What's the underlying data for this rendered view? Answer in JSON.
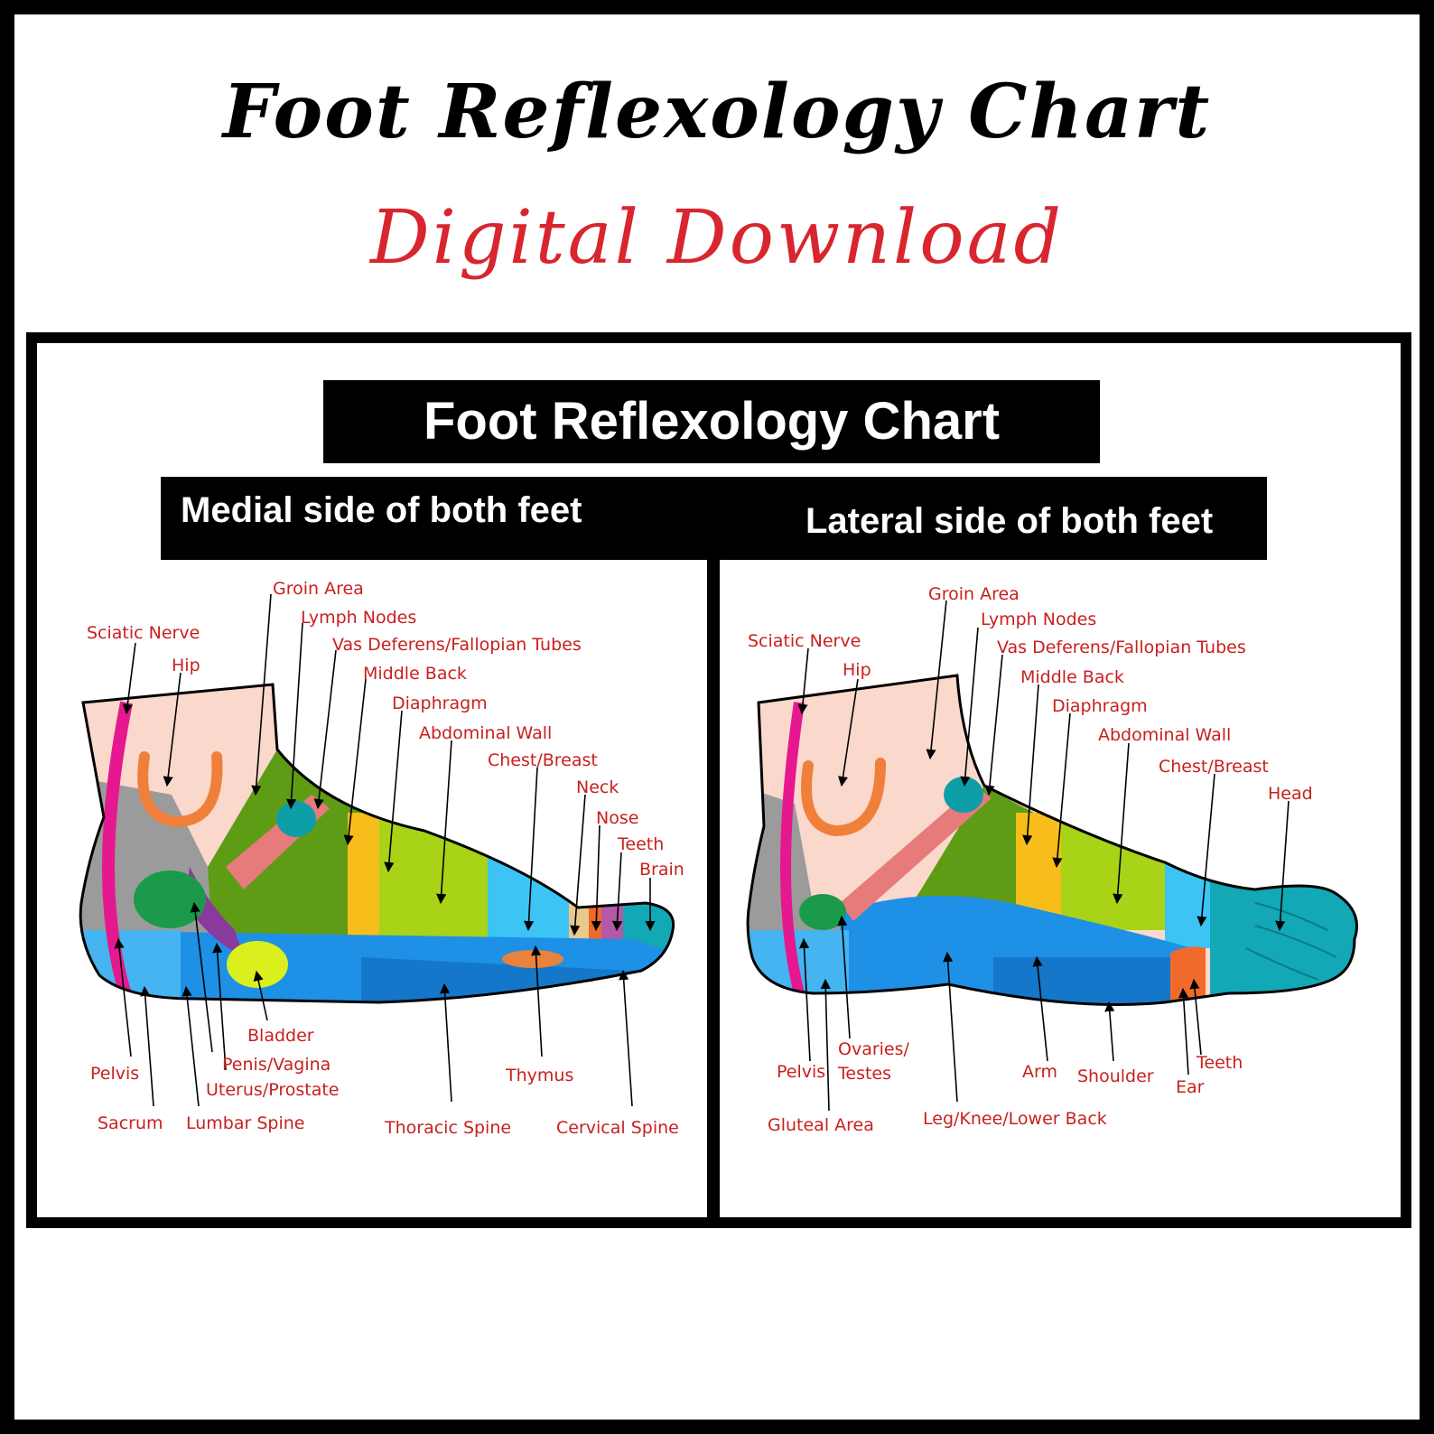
{
  "header": {
    "title": "Foot Reflexology Chart",
    "subtitle": "Digital Download"
  },
  "chart": {
    "banner": "Foot Reflexology Chart",
    "medial_heading": "Medial side of both feet",
    "lateral_heading": "Lateral side of both feet"
  },
  "medial": {
    "labels": [
      "Groin Area",
      "Lymph Nodes",
      "Sciatic Nerve",
      "Vas Deferens/Fallopian Tubes",
      "Hip",
      "Middle Back",
      "Diaphragm",
      "Abdominal Wall",
      "Chest/Breast",
      "Neck",
      "Nose",
      "Teeth",
      "Brain",
      "Bladder",
      "Pelvis",
      "Penis/Vagina",
      "Uterus/Prostate",
      "Thymus",
      "Sacrum",
      "Lumbar Spine",
      "Thoracic Spine",
      "Cervical Spine"
    ]
  },
  "lateral": {
    "labels": [
      "Groin Area",
      "Lymph Nodes",
      "Sciatic Nerve",
      "Vas Deferens/Fallopian Tubes",
      "Hip",
      "Middle Back",
      "Diaphragm",
      "Abdominal Wall",
      "Chest/Breast",
      "Head",
      "Ovaries/",
      "Testes",
      "Pelvis",
      "Arm",
      "Shoulder",
      "Teeth",
      "Ear",
      "Gluteal Area",
      "Leg/Knee/Lower Back"
    ]
  },
  "colors": {
    "title": "#000000",
    "subtitle": "#d8252e",
    "label": "#c8201e",
    "skin": "#fbd8cc",
    "green_dark": "#5e9c16",
    "green_light": "#a8d316",
    "yellow": "#f7be1b",
    "light_blue": "#3cc4f5",
    "blue": "#1e90e6",
    "teal": "#12a8b5",
    "gray": "#9b9b9b",
    "magenta": "#e5188f",
    "orange": "#f07f3c"
  }
}
